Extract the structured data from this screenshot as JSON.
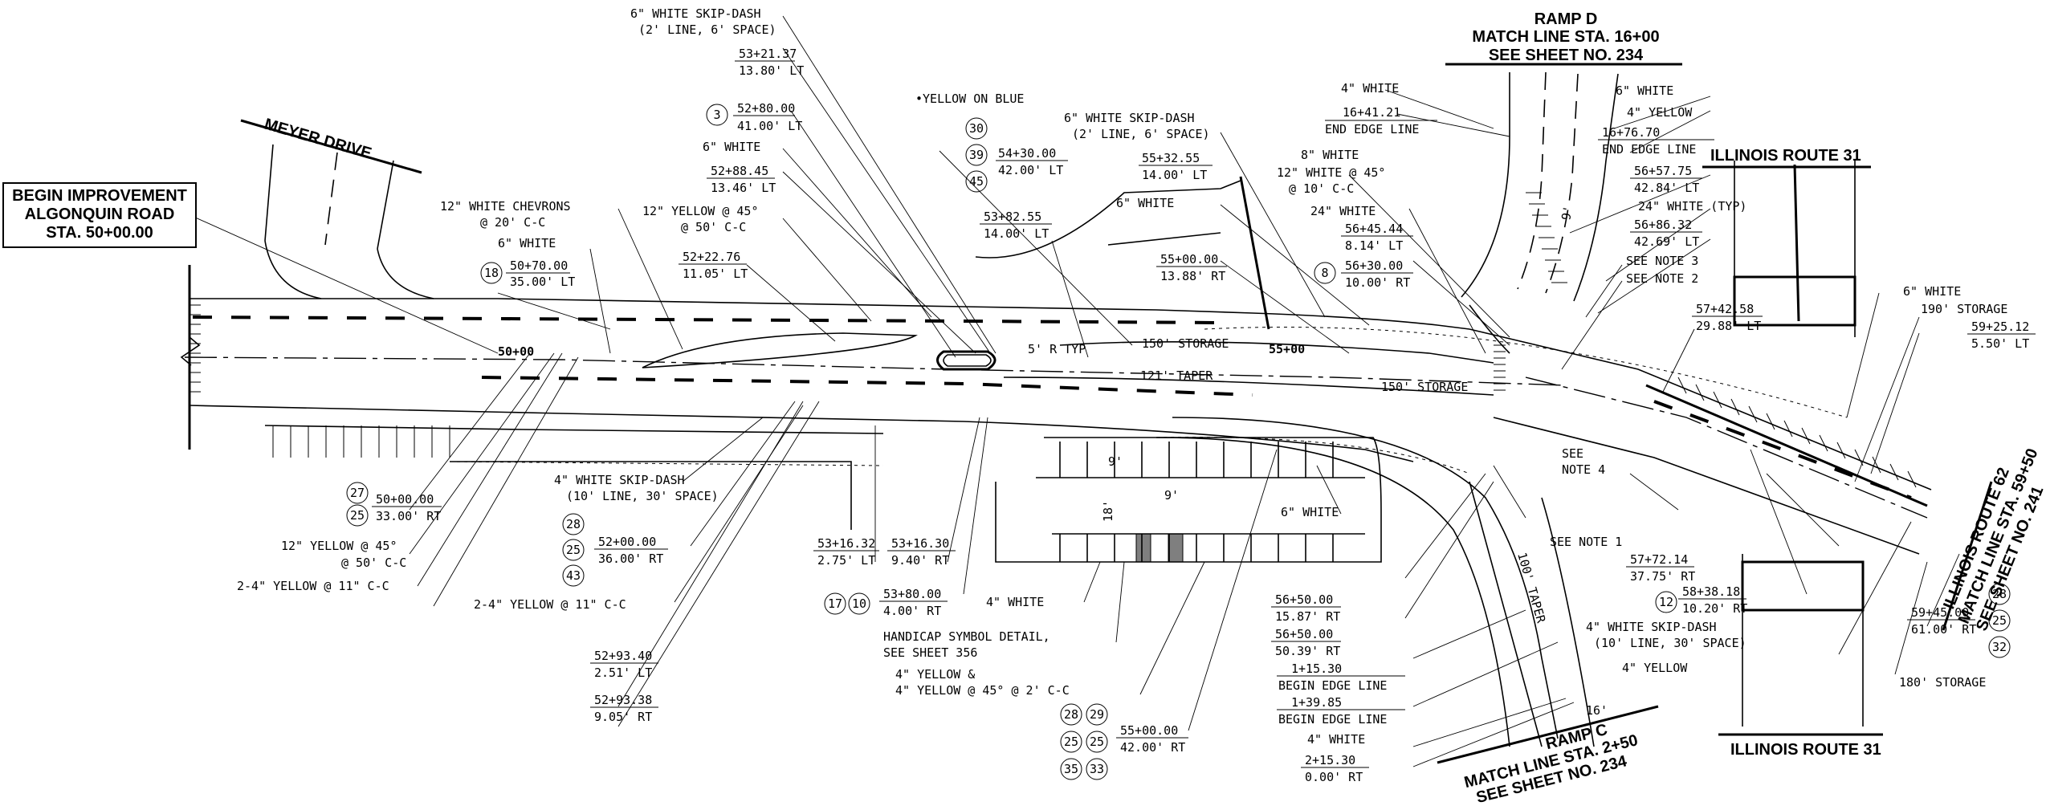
{
  "callouts": {
    "skip_dash_top": [
      "6\" WHITE SKIP-DASH",
      "(2' LINE, 6' SPACE)"
    ],
    "sta_53_21": [
      "53+21.37",
      "13.80' LT"
    ],
    "n3": "3",
    "sta_52_80": [
      "52+80.00",
      "41.00' LT"
    ],
    "six_white_a": "6\" WHITE",
    "sta_52_88": [
      "52+88.45",
      "13.46' LT"
    ],
    "yellow45_50": [
      "12\" YELLOW @ 45°",
      "@ 50' C-C"
    ],
    "chevrons": [
      "12\" WHITE CHEVRONS",
      "@ 20' C-C"
    ],
    "six_white_b": "6\" WHITE",
    "n18": "18",
    "sta_50_70": [
      "50+70.00",
      "35.00' LT"
    ],
    "sta_52_22": [
      "52+22.76",
      "11.05' LT"
    ],
    "yellow_on_blue": "•YELLOW ON BLUE",
    "n30": "30",
    "n39": "39",
    "n45": "45",
    "sta_54_30": [
      "54+30.00",
      "42.00' LT"
    ],
    "sta_53_82": [
      "53+82.55",
      "14.00' LT"
    ],
    "skip_dash_mid": [
      "6\" WHITE SKIP-DASH",
      "(2' LINE, 6' SPACE)"
    ],
    "sta_55_32": [
      "55+32.55",
      "14.00' LT"
    ],
    "six_white_c": "6\" WHITE",
    "sta_55_00_a": [
      "55+00.00",
      "13.88' RT"
    ],
    "eight_white": "8\" WHITE",
    "white45_10": [
      "12\" WHITE @ 45°",
      "@ 10' C-C"
    ],
    "twentyfour_white": "24\" WHITE",
    "sta_56_45": [
      "56+45.44",
      "8.14' LT"
    ],
    "n8": "8",
    "sta_56_30": [
      "56+30.00",
      "10.00' RT"
    ],
    "four_white_top": "4\" WHITE",
    "sta_16_41": [
      "16+41.21",
      "END EDGE LINE"
    ],
    "six_white_r": "6\" WHITE",
    "four_yellow_r": "4\" YELLOW",
    "sta_16_76": [
      "16+76.70",
      "END EDGE LINE"
    ],
    "sta_56_57": [
      "56+57.75",
      "42.84' LT"
    ],
    "twentyfour_typ": "24\" WHITE (TYP)",
    "sta_56_86": [
      "56+86.32",
      "42.69' LT"
    ],
    "see_note_3": "SEE NOTE 3",
    "see_note_2": "SEE NOTE 2",
    "sta_57_42": [
      "57+42.58",
      "29.88' LT"
    ],
    "six_white_far": "6\" WHITE",
    "storage_190": "190' STORAGE",
    "sta_59_25": [
      "59+25.12",
      "5.50' LT"
    ],
    "five_r_typ": "5' R TYP",
    "storage_150a": "150' STORAGE",
    "sta_55_00_cl": "55+00",
    "taper_121": "121' TAPER",
    "storage_150b": "150' STORAGE",
    "sta_50_00_cl": "50+00",
    "n27": "27",
    "n25a": "25",
    "sta_50_00": [
      "50+00.00",
      "33.00' RT"
    ],
    "yellow45_a": [
      "12\" YELLOW @ 45°",
      "@ 50' C-C"
    ],
    "yellow2_4_a": "2-4\" YELLOW @ 11\" C-C",
    "skip_dash_4": [
      "4\" WHITE SKIP-DASH",
      "(10' LINE, 30' SPACE)"
    ],
    "n28a": "28",
    "n25b": "25",
    "n43": "43",
    "sta_52_00": [
      "52+00.00",
      "36.00' RT"
    ],
    "yellow2_4_b": "2-4\" YELLOW @ 11\" C-C",
    "sta_53_16_l": [
      "53+16.32",
      "2.75' LT"
    ],
    "sta_53_16_r": [
      "53+16.30",
      "9.40' RT"
    ],
    "n17": "17",
    "n10": "10",
    "sta_53_80": [
      "53+80.00",
      "4.00' RT"
    ],
    "four_white_lot": "4\" WHITE",
    "handicap": [
      "HANDICAP SYMBOL DETAIL,",
      "SEE SHEET 356"
    ],
    "four_yellow_combo": [
      "4\" YELLOW &",
      "4\" YELLOW @ 45° @ 2' C-C"
    ],
    "sta_52_93_40": [
      "52+93.40",
      "2.51' LT"
    ],
    "sta_52_93_38": [
      "52+93.38",
      "9.05' RT"
    ],
    "n28b": "28",
    "n29": "29",
    "n25c": "25",
    "n25d": "25",
    "n35": "35",
    "n33": "33",
    "sta_55_00_b": [
      "55+00.00",
      "42.00' RT"
    ],
    "six_white_lot": "6\" WHITE",
    "see_note_4": [
      "SEE",
      "NOTE 4"
    ],
    "sta_56_50_a": [
      "56+50.00",
      "15.87' RT"
    ],
    "sta_56_50_b": [
      "56+50.00",
      "50.39' RT"
    ],
    "sta_1_15": [
      "1+15.30",
      "BEGIN EDGE LINE"
    ],
    "sta_1_39": [
      "1+39.85",
      "BEGIN EDGE LINE"
    ],
    "four_white_bot": "4\" WHITE",
    "sta_2_15": [
      "2+15.30",
      "0.00' RT"
    ],
    "taper_100": "100' TAPER",
    "dim_16": "16'",
    "four_yellow_bot": "4\" YELLOW",
    "see_note_1": "SEE NOTE 1",
    "sta_57_72": [
      "57+72.14",
      "37.75' RT"
    ],
    "n12": "12",
    "sta_58_38": [
      "58+38.18",
      "10.20' RT"
    ],
    "skip_dash_4b": [
      "4\" WHITE SKIP-DASH",
      "(10' LINE, 30' SPACE)"
    ],
    "storage_180": "180' STORAGE",
    "sta_59_45": [
      "59+45.00",
      "61.00' RT"
    ],
    "n28c": "28",
    "n25e": "25",
    "n32": "32",
    "dim_9": "9'",
    "dim_18": "18'",
    "dim_9b": "9'"
  },
  "titles": {
    "begin_improvement": [
      "BEGIN IMPROVEMENT",
      "ALGONQUIN ROAD",
      "STA. 50+00.00"
    ],
    "meyer_drive": "MEYER DRIVE",
    "ramp_d": [
      "RAMP D",
      "MATCH LINE STA. 16+00",
      "SEE SHEET NO. 234"
    ],
    "illinois_31_top": "ILLINOIS ROUTE 31",
    "illinois_31_bot": "ILLINOIS ROUTE 31",
    "illinois_62": [
      "ILLINOIS ROUTE 62",
      "MATCH LINE STA. 59+50",
      "SEE SHEET NO. 241"
    ],
    "ramp_c": [
      "RAMP C",
      "MATCH LINE STA. 2+50",
      "SEE SHEET NO. 234"
    ]
  }
}
